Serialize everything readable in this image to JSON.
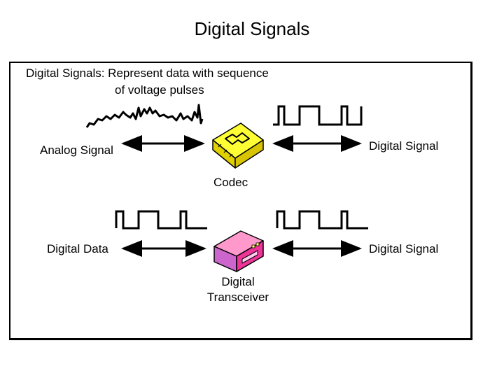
{
  "slide": {
    "title": "Digital Signals",
    "heading_line1": "Digital Signals: Represent data with sequence",
    "heading_line2": "of voltage pulses"
  },
  "row1": {
    "left_label": "Analog Signal",
    "device_label": "Codec",
    "right_label": "Digital Signal"
  },
  "row2": {
    "left_label": "Digital Data",
    "device_label_line1": "Digital",
    "device_label_line2": "Transceiver",
    "right_label": "Digital Signal"
  },
  "icons": {
    "codec": "codec-chip-icon",
    "transceiver": "transceiver-box-icon"
  },
  "colors": {
    "codec_top": "#ffff33",
    "codec_side": "#e0d000",
    "transceiver_front": "#ee3399",
    "transceiver_side": "#cc66cc",
    "transceiver_top": "#ff99cc"
  }
}
